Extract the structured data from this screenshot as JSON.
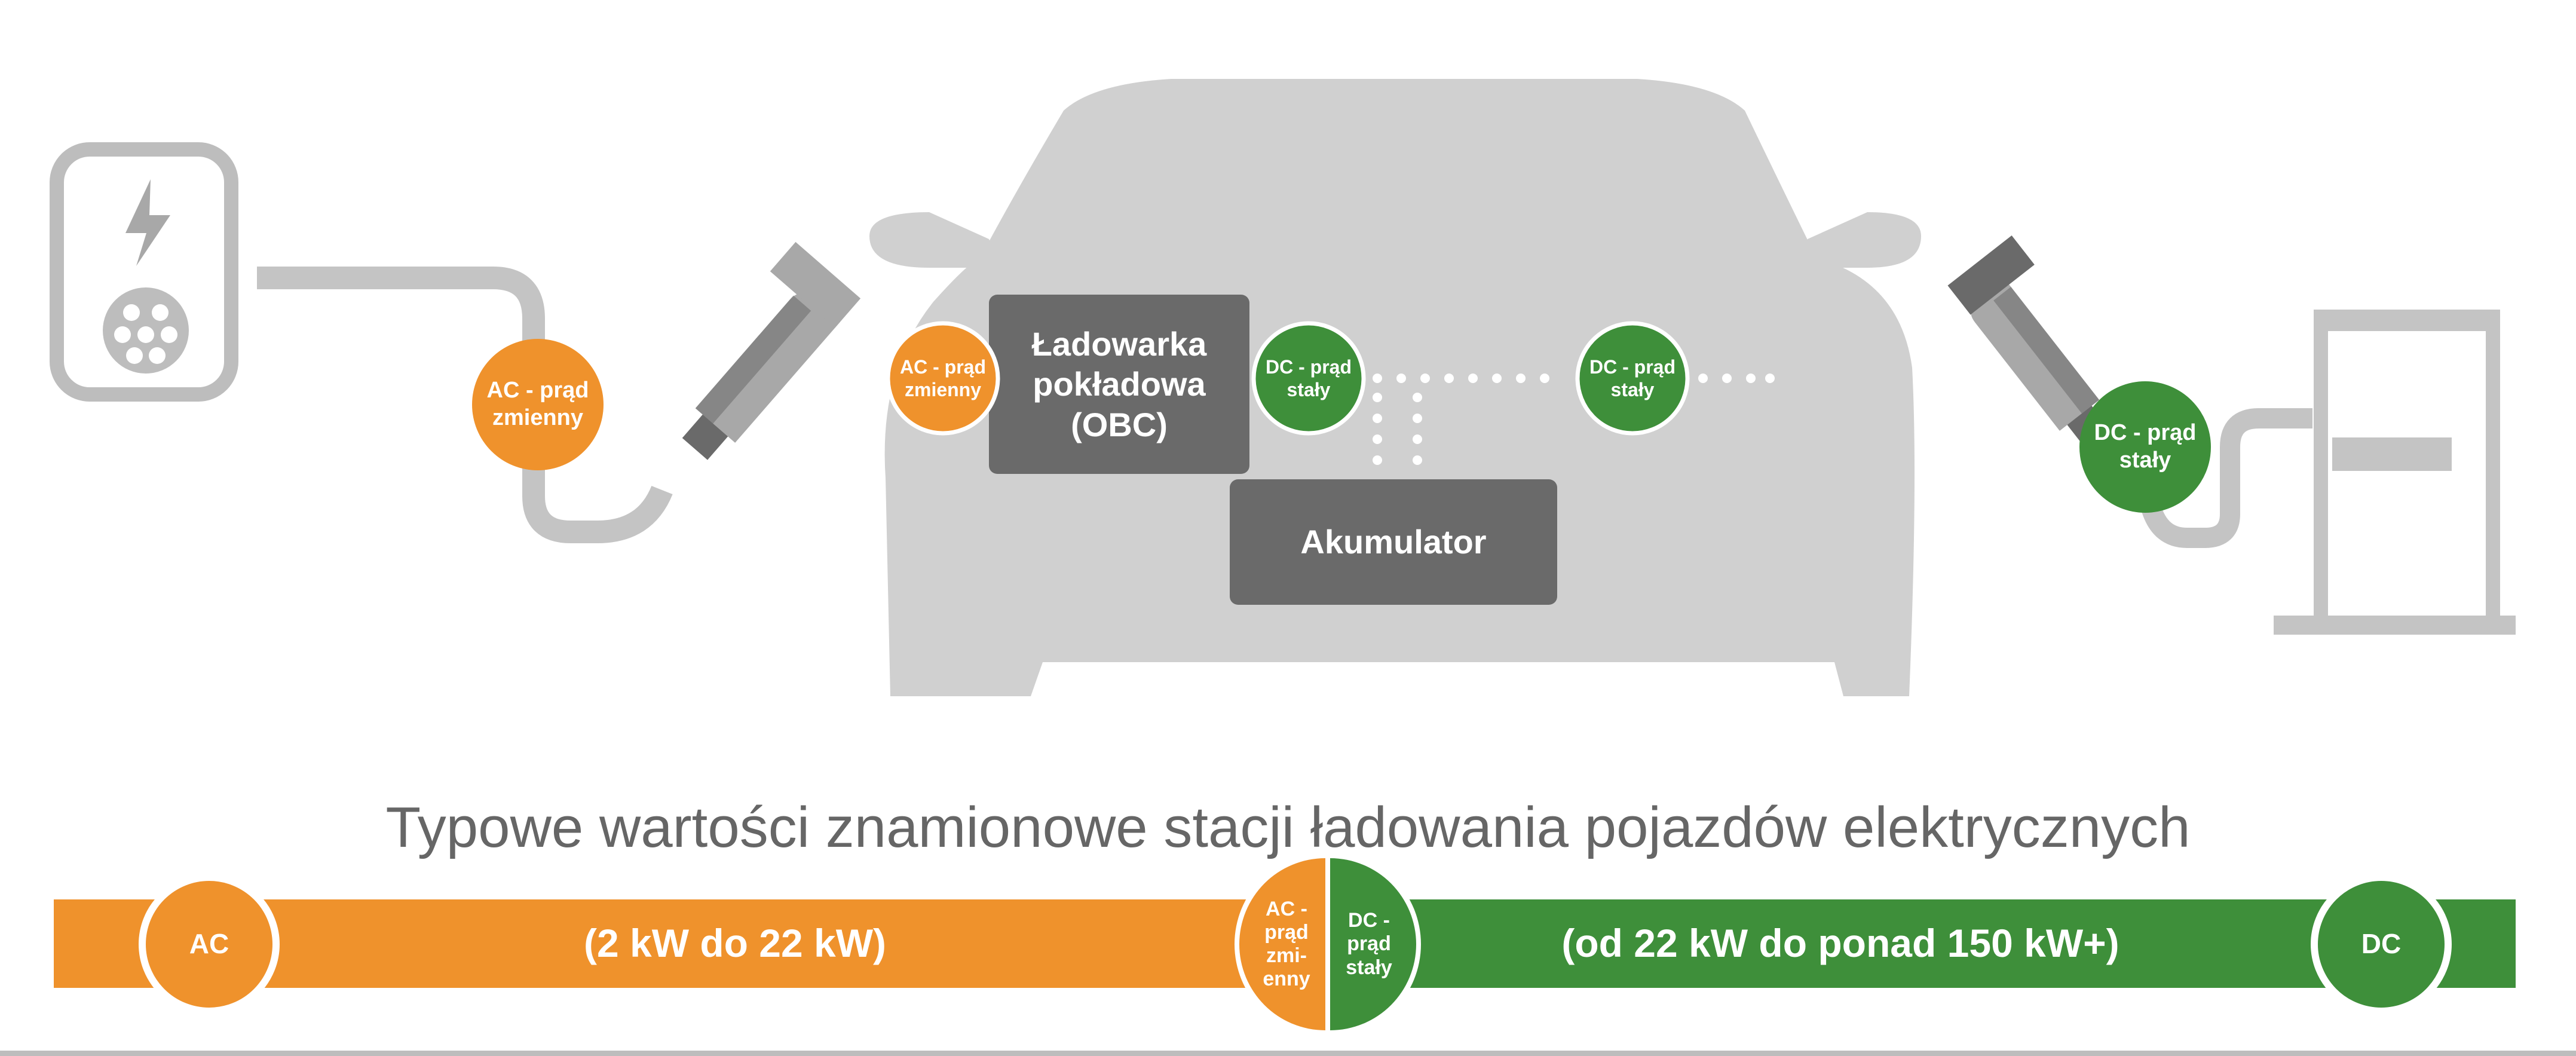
{
  "colors": {
    "orange": "#ef922c",
    "green": "#3e8f3a",
    "grey_light": "#d0d0d0",
    "grey_mid": "#a8a8a8",
    "grey_dark": "#6a6a6a",
    "title_text": "#666666"
  },
  "icons": {
    "ac_station": "ac-charging-station-icon",
    "dc_station": "dc-charging-station-icon",
    "plug_ac": "charging-plug-icon",
    "plug_dc": "charging-plug-icon",
    "car": "car-front-silhouette-icon",
    "bolt": "lightning-bolt-icon",
    "socket": "type2-socket-icon"
  },
  "diagram": {
    "ac_badge": "AC - prąd\nzmienny",
    "obc_input_badge": "AC - prąd\nzmienny",
    "obc_box": "Ładowarka\npokładowa\n(OBC)",
    "obc_output_badge": "DC - prąd\nstały",
    "dc_internal_badge": "DC - prąd\nstały",
    "battery_box": "Akumulator",
    "dc_badge": "DC - prąd\nstały"
  },
  "ratings": {
    "title": "Typowe wartości znamionowe stacji ładowania pojazdów elektrycznych",
    "ac_end": "AC",
    "ac_range": "(2 kW do 22 kW)",
    "ac_mid": "AC -\nprąd\nzmi-\nenny",
    "dc_mid": "DC -\nprąd\nstały",
    "dc_range": "(od 22 kW do ponad 150 kW+)",
    "dc_end": "DC"
  }
}
